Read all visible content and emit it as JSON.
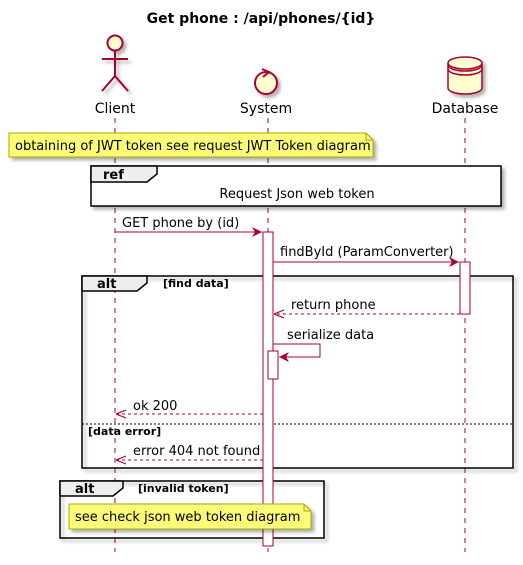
{
  "title": "Get phone : /api/phones/{id}",
  "participants": {
    "client": "Client",
    "system": "System",
    "database": "Database"
  },
  "notes": {
    "jwt": "obtaining of JWT token see request JWT Token diagram",
    "check": "see check json web token diagram"
  },
  "ref": {
    "keyword": "ref",
    "label": "Request Json web token"
  },
  "messages": {
    "get_phone": "GET phone by (id)",
    "find_by_id": "findById (ParamConverter)",
    "return_phone": "return phone",
    "serialize": "serialize data",
    "ok": "ok 200",
    "error404": "error 404 not found"
  },
  "alt_find": {
    "keyword": "alt",
    "guard": "[find data]",
    "else_guard": "[data error]"
  },
  "alt_token": {
    "keyword": "alt",
    "guard": "[invalid token]"
  },
  "colors": {
    "line": "#A80036",
    "fill": "#FEFECE",
    "note_fill": "#FBFB77",
    "note_border": "#A8A800",
    "frame_tab": "#EEEEEE"
  }
}
